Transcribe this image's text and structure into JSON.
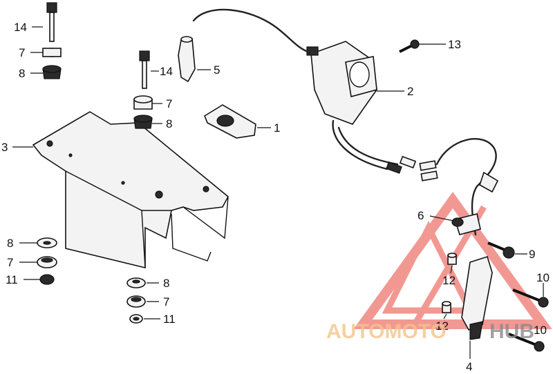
{
  "callouts": [
    {
      "id": "c1",
      "text": "1"
    },
    {
      "id": "c2",
      "text": "2"
    },
    {
      "id": "c3",
      "text": "3"
    },
    {
      "id": "c4",
      "text": "4"
    },
    {
      "id": "c5",
      "text": "5"
    },
    {
      "id": "c6",
      "text": "6"
    },
    {
      "id": "c7a",
      "text": "7"
    },
    {
      "id": "c7b",
      "text": "7"
    },
    {
      "id": "c7c",
      "text": "7"
    },
    {
      "id": "c7d",
      "text": "7"
    },
    {
      "id": "c8a",
      "text": "8"
    },
    {
      "id": "c8b",
      "text": "8"
    },
    {
      "id": "c8c",
      "text": "8"
    },
    {
      "id": "c8d",
      "text": "8"
    },
    {
      "id": "c9",
      "text": "9"
    },
    {
      "id": "c10a",
      "text": "10"
    },
    {
      "id": "c10b",
      "text": "10"
    },
    {
      "id": "c11a",
      "text": "11"
    },
    {
      "id": "c11b",
      "text": "11"
    },
    {
      "id": "c12a",
      "text": "12"
    },
    {
      "id": "c12b",
      "text": "12"
    },
    {
      "id": "c13",
      "text": "13"
    },
    {
      "id": "c14a",
      "text": "14"
    },
    {
      "id": "c14b",
      "text": "14"
    }
  ],
  "watermark": {
    "part1": "AUTOMOTO",
    "part2": "HUB",
    "color1": "#f2c58a",
    "color2": "#8a8a8a",
    "triangle_color": "#e8453c"
  }
}
